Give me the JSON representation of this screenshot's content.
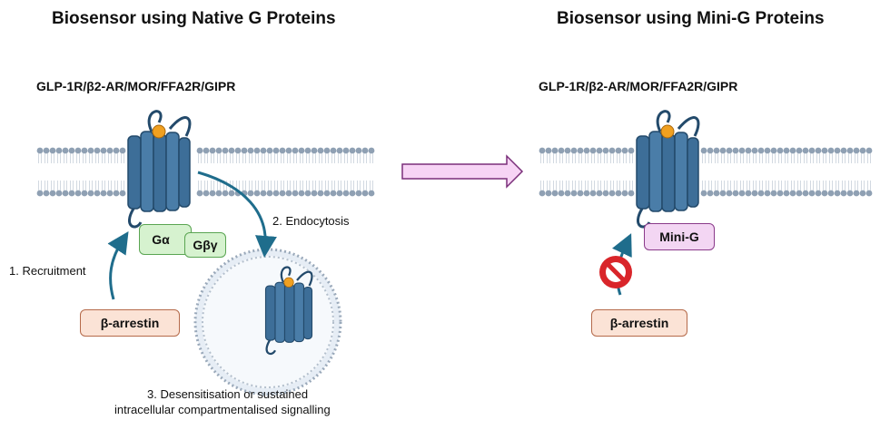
{
  "left_panel": {
    "title": "Biosensor using Native G Proteins",
    "receptor_label": "GLP-1R/β2-AR/MOR/FFA2R/GIPR",
    "g_alpha": "Gα",
    "g_beta_gamma": "Gβγ",
    "beta_arrestin": "β-arrestin",
    "step1": "1. Recruitment",
    "step2": "2. Endocytosis",
    "step3_line1": "3. Desensitisation or sustained",
    "step3_line2": "intracellular compartmentalised signalling"
  },
  "right_panel": {
    "title": "Biosensor using Mini-G Proteins",
    "receptor_label": "GLP-1R/β2-AR/MOR/FFA2R/GIPR",
    "mini_g": "Mini-G",
    "beta_arrestin": "β-arrestin"
  },
  "colors": {
    "receptor": "#3d6e98",
    "receptor_dark": "#234a6b",
    "ligand": "#f0a020",
    "membrane_head": "#8fa0b3",
    "arrow_teal": "#1f6d8c",
    "g_protein_fill": "#d6f2cf",
    "g_protein_border": "#5aa552",
    "arrestin_fill": "#fbe3d6",
    "arrestin_border": "#b56a4a",
    "mini_g_fill": "#f3d6f3",
    "mini_g_border": "#8a3a8a",
    "big_arrow_fill": "#f7d4f5",
    "big_arrow_border": "#7a2f7a",
    "block_red": "#d9252a"
  },
  "icons": [
    "gpcr-receptor-icon",
    "ligand-icon",
    "vesicle-icon",
    "block-icon",
    "transition-arrow-icon"
  ]
}
